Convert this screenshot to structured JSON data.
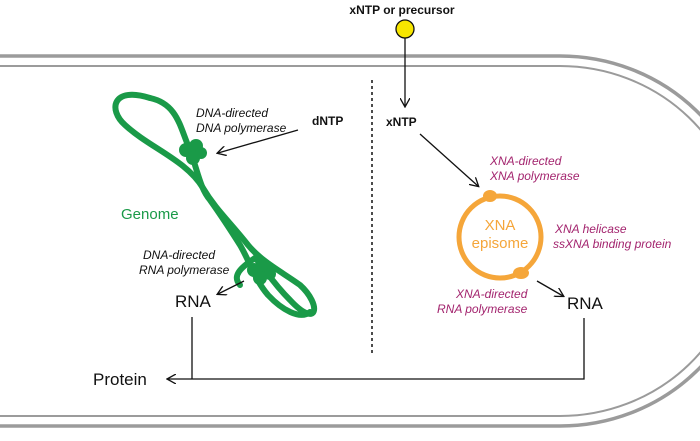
{
  "top_label": "xNTP or precursor",
  "left": {
    "dna_polymerase_line1": "DNA-directed",
    "dna_polymerase_line2": "DNA polymerase",
    "dntp": "dNTP",
    "genome": "Genome",
    "rna_polymerase_line1": "DNA-directed",
    "rna_polymerase_line2": "RNA polymerase",
    "rna": "RNA",
    "protein": "Protein"
  },
  "right": {
    "xntp": "xNTP",
    "xna_polymerase_line1": "XNA-directed",
    "xna_polymerase_line2": "XNA polymerase",
    "episome_line1": "XNA",
    "episome_line2": "episome",
    "helicase_line1": "XNA helicase",
    "helicase_line2": "ssXNA binding protein",
    "rna_polymerase_line1": "XNA-directed",
    "rna_polymerase_line2": "RNA polymerase",
    "rna": "RNA"
  },
  "colors": {
    "green": "#1a9a48",
    "orange": "#f5a63a",
    "magenta": "#a3246e",
    "yellow": "#f7e600",
    "membrane": "#9b9b9b"
  }
}
